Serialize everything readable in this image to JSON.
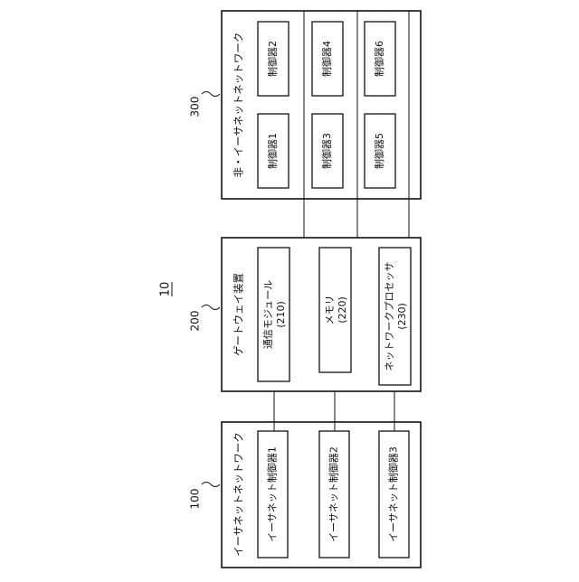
{
  "figure_ref": "10",
  "ethernet_network": {
    "ref": "100",
    "title": "イーサネットネットワーク",
    "controllers": [
      "イーサネット制御器1",
      "イーサネット制御器2",
      "イーサネット制御器3"
    ]
  },
  "gateway": {
    "ref": "200",
    "title": "ゲートウェイ装置",
    "modules": [
      {
        "name": "通信モジュール",
        "code": "(210)"
      },
      {
        "name": "メモリ",
        "code": "(220)"
      },
      {
        "name": "ネットワークプロセッサ",
        "code": "(230)"
      }
    ]
  },
  "non_ethernet_network": {
    "ref": "300",
    "title": "非・イーサネットネットワーク",
    "controllers": [
      "制御器1",
      "制御器2",
      "制御器3",
      "制御器4",
      "制御器5",
      "制御器6"
    ]
  }
}
